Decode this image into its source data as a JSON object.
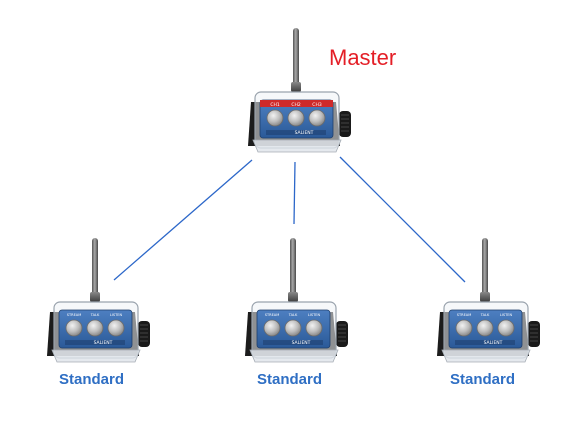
{
  "master": {
    "label": "Master",
    "label_color": "#e41e26",
    "channel_labels": [
      "CH1",
      "CH2",
      "CH3"
    ]
  },
  "standard": {
    "label_color": "#2f6fc4",
    "units": [
      {
        "label": "Standard",
        "button_labels": [
          "STREAM",
          "TALK",
          "LISTEN"
        ]
      },
      {
        "label": "Standard",
        "button_labels": [
          "STREAM",
          "TALK",
          "LISTEN"
        ]
      },
      {
        "label": "Standard",
        "button_labels": [
          "STREAM",
          "TALK",
          "LISTEN"
        ]
      }
    ]
  },
  "brand": "SALIENT",
  "link_color": "#2c67c9"
}
